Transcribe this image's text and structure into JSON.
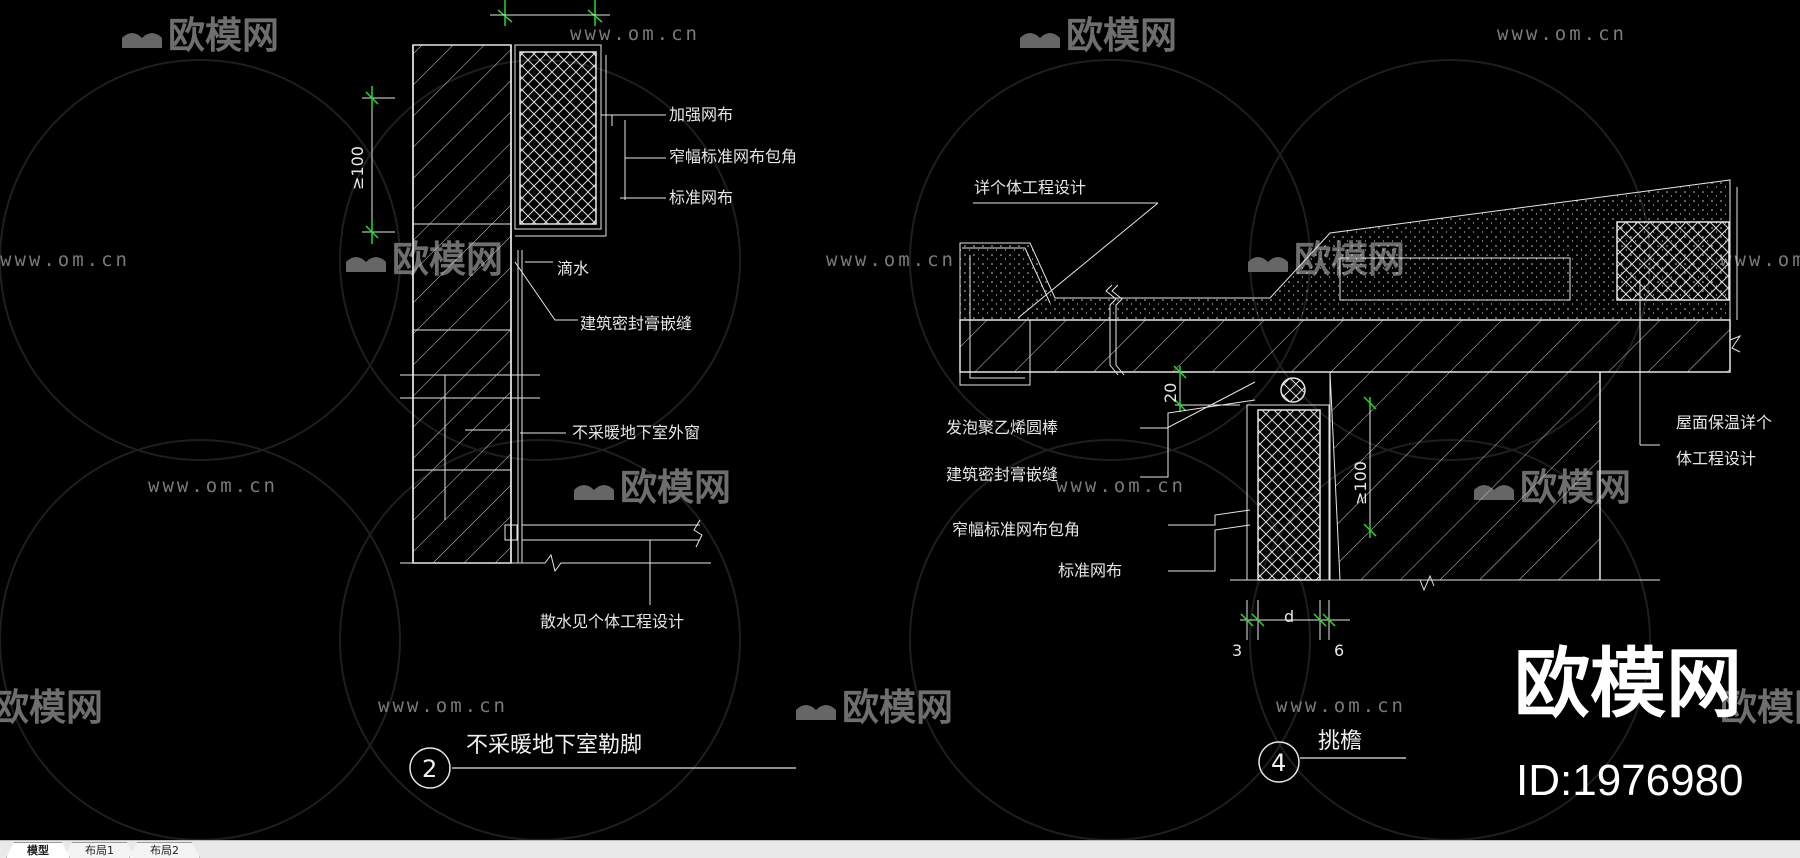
{
  "watermark": {
    "url": "www.om.cn",
    "brand": "欧模网"
  },
  "overlay": {
    "brand": "欧模网",
    "id": "ID:1976980"
  },
  "drawing_left": {
    "notes": {
      "reinforce_mesh": "加强网布",
      "narrow_mesh_wrap": "窄幅标准网布包角",
      "standard_mesh": "标准网布",
      "drip": "滴水",
      "sealant_joint": "建筑密封膏嵌缝",
      "window": "不采暖地下室外窗",
      "apron": "散水见个体工程设计"
    },
    "dim_100": "≥100",
    "title": "不采暖地下室勒脚",
    "number": "2"
  },
  "drawing_right": {
    "notes": {
      "detail_design": "详个体工程设计",
      "foam_rod": "发泡聚乙烯圆棒",
      "sealant_joint": "建筑密封膏嵌缝",
      "narrow_mesh_wrap": "窄幅标准网布包角",
      "standard_mesh": "标准网布",
      "roof_insulation_1": "屋面保温详个",
      "roof_insulation_2": "体工程设计"
    },
    "dim_20": "20",
    "dim_100": "≥100",
    "dim_d": "d",
    "dim_3": "3",
    "dim_6": "6",
    "title": "挑檐",
    "number": "4"
  },
  "tabs": [
    {
      "label": "模型",
      "active": true
    },
    {
      "label": "布局1",
      "active": false
    },
    {
      "label": "布局2",
      "active": false
    }
  ]
}
